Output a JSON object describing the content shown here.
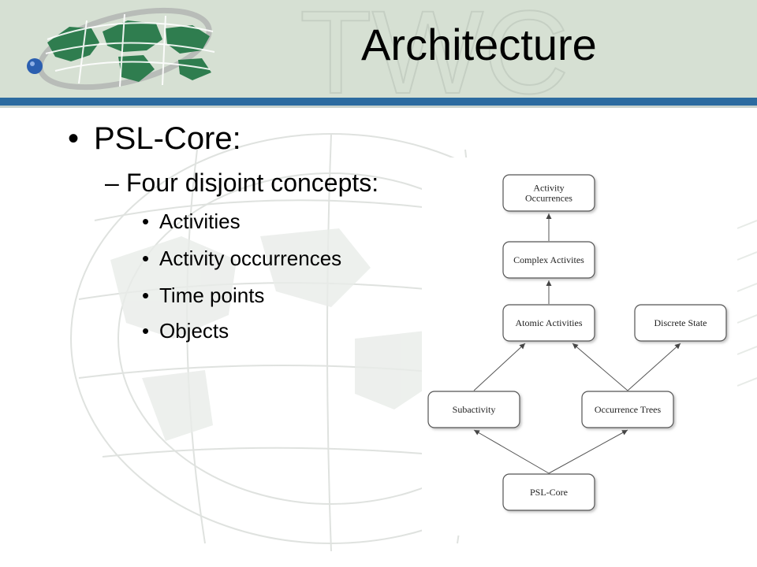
{
  "slide": {
    "title": "Architecture",
    "background_watermark": "TWC",
    "colors": {
      "header_bg": "#d6e0d3",
      "header_bar": "#2c6ba0",
      "logo_green": "#2f7d4f",
      "logo_blue": "#2b5fb0"
    }
  },
  "bullets": {
    "level1": {
      "text": "PSL-Core:",
      "marker": "•"
    },
    "level2": {
      "text": "Four disjoint concepts:",
      "marker": "–"
    },
    "level3": [
      {
        "text": "Activities",
        "marker": "•"
      },
      {
        "text": "Activity occurrences",
        "marker": "•"
      },
      {
        "text": "Time points",
        "marker": "•"
      },
      {
        "text": "Objects",
        "marker": "•"
      }
    ]
  },
  "diagram": {
    "nodes": [
      {
        "id": "activity_occurrences",
        "lines": [
          "Activity",
          "Occurrences"
        ]
      },
      {
        "id": "complex_activities",
        "lines": [
          "Complex Activites"
        ]
      },
      {
        "id": "atomic_activities",
        "lines": [
          "Atomic Activities"
        ]
      },
      {
        "id": "discrete_state",
        "lines": [
          "Discrete State"
        ]
      },
      {
        "id": "subactivity",
        "lines": [
          "Subactivity"
        ]
      },
      {
        "id": "occurrence_trees",
        "lines": [
          "Occurrence Trees"
        ]
      },
      {
        "id": "psl_core",
        "lines": [
          "PSL-Core"
        ]
      }
    ],
    "edges": [
      {
        "from": "complex_activities",
        "to": "activity_occurrences"
      },
      {
        "from": "atomic_activities",
        "to": "complex_activities"
      },
      {
        "from": "subactivity",
        "to": "atomic_activities"
      },
      {
        "from": "occurrence_trees",
        "to": "atomic_activities"
      },
      {
        "from": "occurrence_trees",
        "to": "discrete_state"
      },
      {
        "from": "psl_core",
        "to": "subactivity"
      },
      {
        "from": "psl_core",
        "to": "occurrence_trees"
      }
    ]
  }
}
